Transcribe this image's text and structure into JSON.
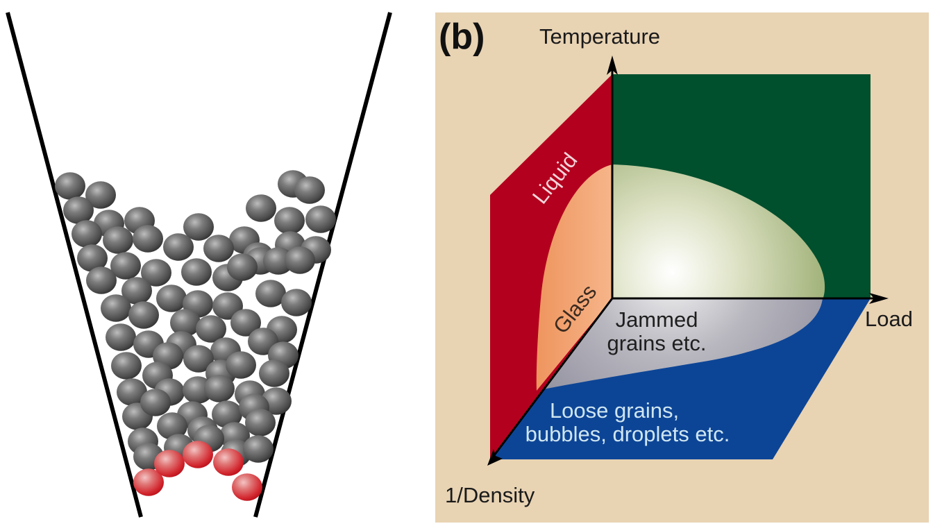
{
  "panel_a": {
    "description": "Granular particles jammed in a funnel (hopper); red particles form an arch at the outlet",
    "funnel": {
      "left_wall": [
        [
          11,
          18
        ],
        [
          203,
          745
        ]
      ],
      "right_wall": [
        [
          562,
          18
        ],
        [
          368,
          745
        ]
      ],
      "color": "#000000"
    },
    "ball_radius": 22,
    "colors": {
      "gray_ball": "#555555",
      "red_ball": "#d0212c"
    },
    "gray_balls": [
      [
        101,
        268
      ],
      [
        145,
        281
      ],
      [
        113,
        303
      ],
      [
        157,
        322
      ],
      [
        201,
        318
      ],
      [
        286,
        327
      ],
      [
        352,
        346
      ],
      [
        422,
        265
      ],
      [
        446,
        274
      ],
      [
        376,
        300
      ],
      [
        417,
        318
      ],
      [
        462,
        316
      ],
      [
        125,
        337
      ],
      [
        170,
        346
      ],
      [
        213,
        344
      ],
      [
        257,
        356
      ],
      [
        315,
        358
      ],
      [
        372,
        369
      ],
      [
        375,
        376
      ],
      [
        418,
        353
      ],
      [
        455,
        360
      ],
      [
        133,
        372
      ],
      [
        181,
        383
      ],
      [
        225,
        393
      ],
      [
        283,
        392
      ],
      [
        328,
        400
      ],
      [
        349,
        385
      ],
      [
        401,
        376
      ],
      [
        432,
        375
      ],
      [
        146,
        404
      ],
      [
        197,
        419
      ],
      [
        247,
        430
      ],
      [
        285,
        438
      ],
      [
        328,
        441
      ],
      [
        390,
        423
      ],
      [
        427,
        436
      ],
      [
        167,
        444
      ],
      [
        207,
        454
      ],
      [
        267,
        465
      ],
      [
        304,
        474
      ],
      [
        354,
        465
      ],
      [
        406,
        475
      ],
      [
        174,
        486
      ],
      [
        214,
        496
      ],
      [
        261,
        497
      ],
      [
        325,
        506
      ],
      [
        379,
        492
      ],
      [
        408,
        512
      ],
      [
        182,
        527
      ],
      [
        242,
        513
      ],
      [
        286,
        517
      ],
      [
        318,
        538
      ],
      [
        347,
        526
      ],
      [
        395,
        538
      ],
      [
        190,
        565
      ],
      [
        227,
        541
      ],
      [
        244,
        565
      ],
      [
        285,
        562
      ],
      [
        316,
        560
      ],
      [
        360,
        568
      ],
      [
        398,
        578
      ],
      [
        198,
        600
      ],
      [
        224,
        580
      ],
      [
        277,
        598
      ],
      [
        327,
        597
      ],
      [
        366,
        587
      ],
      [
        206,
        636
      ],
      [
        248,
        614
      ],
      [
        292,
        620
      ],
      [
        338,
        628
      ],
      [
        375,
        609
      ],
      [
        214,
        658
      ],
      [
        258,
        645
      ],
      [
        301,
        632
      ],
      [
        340,
        653
      ],
      [
        372,
        647
      ]
    ],
    "red_balls": [
      [
        214,
        695
      ],
      [
        244,
        668
      ],
      [
        285,
        655
      ],
      [
        329,
        666
      ],
      [
        356,
        702
      ]
    ]
  },
  "panel_b": {
    "panel_label": "(b)",
    "background": "#e8d3b3",
    "axes": {
      "vertical": "Temperature",
      "horizontal": "Load",
      "diagonal": "1/Density"
    },
    "regions": [
      {
        "id": "liquid",
        "label": "Liquid",
        "color": "#b3001e"
      },
      {
        "id": "glass",
        "label": "Glass",
        "color": "#f2a06a"
      },
      {
        "id": "jammed",
        "label_line1": "Jammed",
        "label_line2": "grains etc.",
        "color": "#9c9ca8"
      },
      {
        "id": "green_wall",
        "label": "",
        "color": "#004f2d"
      },
      {
        "id": "jammed_surface",
        "label": "",
        "color": "#b9c48e"
      },
      {
        "id": "loose",
        "label_line1": "Loose grains,",
        "label_line2": "bubbles, droplets etc.",
        "color": "#0d4596"
      }
    ]
  }
}
